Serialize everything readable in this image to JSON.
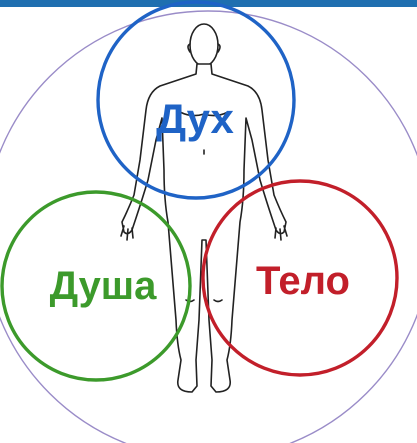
{
  "labels": {
    "spirit": "Дух",
    "soul": "Душа",
    "body": "Тело"
  },
  "colors": {
    "top_bar": "#1f6fb0",
    "outer_circle": "#9a8cc8",
    "spirit": "#1f63c6",
    "soul": "#3c9a2b",
    "body": "#c21f2a",
    "figure_outline": "#222222"
  },
  "icons": {
    "figure": "human-body-outline"
  }
}
